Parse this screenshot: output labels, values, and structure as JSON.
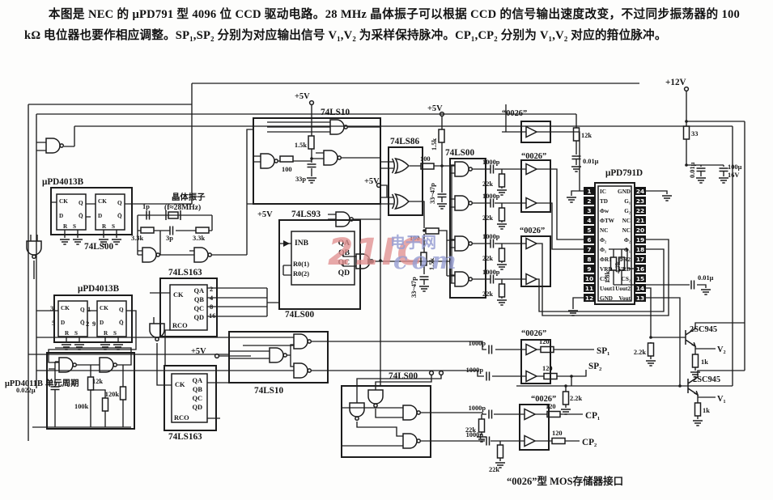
{
  "header": {
    "text": "本图是 NEC 的 μPD791 型 4096 位 CCD 驱动电路。28 MHz 晶体振子可以根据 CCD 的信号输出速度改变，不过同步振荡器的 100 kΩ 电位器也要作相应调整。SP₁,SP₂ 分别为对应输出信号 V₁,V₂ 为采样保持脉冲。CP₁,CP₂ 分别为 V₁,V₂ 对应的箝位脉冲。"
  },
  "watermark": {
    "big": "21IC",
    "cn": "电子网",
    "com": "com",
    "accent_red": "#e08f8f",
    "accent_blue": "#969ed2"
  },
  "caption": {
    "text": "“0026”型 MOS存储器接口"
  },
  "ics": {
    "u4013b": "μPD4013B",
    "u4011b": "μPD4011B",
    "u4011b_note": "单元周期",
    "ls00": "74LS00",
    "ls10": "74LS10",
    "ls86": "74LS86",
    "ls93": "74LS93",
    "ls163": "74LS163",
    "ccd_name": "μPD791D",
    "npn": "2SC945",
    "drv": "“0026”",
    "xtal_title": "晶体振子",
    "xtal_freq": "(f≈28MHz)"
  },
  "sup": {
    "p5": "+5V",
    "p12": "+12V"
  },
  "sig": {
    "sp1": "SP₁",
    "sp2": "SP₂",
    "cp1": "CP₁",
    "cp2": "CP₂",
    "v1": "V₁",
    "v2": "V₂"
  },
  "vals": {
    "r100": "100",
    "k1_5": "1.5k",
    "p33": "33p",
    "p1": "1p",
    "p3": "3p",
    "k3_3": "3.3k",
    "p3347": "33~47p",
    "p1000": "1000p",
    "k22": "22k",
    "k12": "12k",
    "u001": "0.01μ",
    "r33": "33",
    "u100": "100μ",
    "v16": "16V",
    "k4_7": "4.7k",
    "k1_8": "1.8k",
    "r120": "120",
    "k2_2": "2.2k",
    "k1": "1k",
    "k120": "120k",
    "k100": "100k",
    "u0022": "0.022μ"
  },
  "pins": {
    "ck": "CK",
    "d": "D",
    "q": "Q",
    "qb": "Q̄",
    "r": "R",
    "s": "S",
    "qa": "QA",
    "qbb": "QB",
    "qc": "QC",
    "qd": "QD",
    "rco": "RCO",
    "inb": "INB",
    "r01": "R0(1)",
    "r02": "R0(2)",
    "w2": "2",
    "w4": "4",
    "w8": "8",
    "w16": "16",
    "n1": "1",
    "n2": "2",
    "n3": "3",
    "n5": "5",
    "n9": "9"
  },
  "ccd": {
    "left": [
      {
        "n": "1",
        "l": "IC"
      },
      {
        "n": "2",
        "l": "TD"
      },
      {
        "n": "3",
        "l": "Φw"
      },
      {
        "n": "4",
        "l": "ΦTW"
      },
      {
        "n": "5",
        "l": "NC"
      },
      {
        "n": "6",
        "l": "Φ₂"
      },
      {
        "n": "7",
        "l": "Φ₁"
      },
      {
        "n": "8",
        "l": "ΦR1"
      },
      {
        "n": "9",
        "l": "VRD"
      },
      {
        "n": "10",
        "l": "CS₁"
      },
      {
        "n": "11",
        "l": "Uout1"
      },
      {
        "n": "12",
        "l": "GND"
      }
    ],
    "right": [
      {
        "n": "24",
        "l": "GND"
      },
      {
        "n": "23",
        "l": "G₁"
      },
      {
        "n": "22",
        "l": "G₂"
      },
      {
        "n": "21",
        "l": "NC"
      },
      {
        "n": "20",
        "l": "NC"
      },
      {
        "n": "19",
        "l": "Φ₂"
      },
      {
        "n": "18",
        "l": "Φ₁"
      },
      {
        "n": "17",
        "l": "ΦR2"
      },
      {
        "n": "16",
        "l": "VRD"
      },
      {
        "n": "15",
        "l": "CS₂"
      },
      {
        "n": "14",
        "l": "Uout2"
      },
      {
        "n": "13",
        "l": "Vout"
      }
    ]
  }
}
